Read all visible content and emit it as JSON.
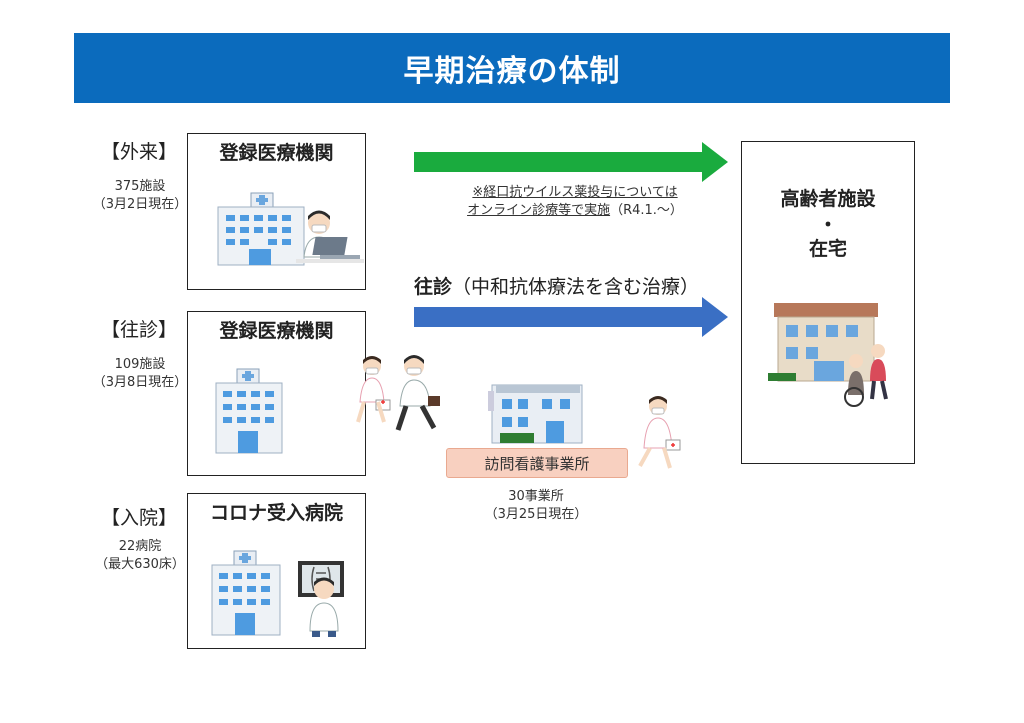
{
  "header": {
    "title": "早期治療の体制"
  },
  "rows": [
    {
      "category": "【外来】",
      "count_line1": "375施設",
      "count_line2": "（3月2日現在）",
      "box_title": "登録医療機関"
    },
    {
      "category": "【往診】",
      "count_line1": "109施設",
      "count_line2": "（3月8日現在）",
      "box_title": "登録医療機関"
    },
    {
      "category": "【入院】",
      "count_line1": "22病院",
      "count_line2": "（最大630床）",
      "box_title": "コロナ受入病院"
    }
  ],
  "arrows": {
    "green_note_line1": "※経口抗ウイルス薬投与については",
    "green_note_line2_underlined": "オンライン診療等で実施",
    "green_note_line2_suffix": "（R4.1.～）",
    "blue_label_bold": "往診",
    "blue_label_rest": "（中和抗体療法を含む治療）",
    "green_color": "#1aab3e",
    "blue_color": "#3a6fc4"
  },
  "station": {
    "label": "訪問看護事業所",
    "count_line1": "30事業所",
    "count_line2": "（3月25日現在）"
  },
  "destination": {
    "line1": "高齢者施設",
    "line2": "・",
    "line3": "在宅"
  },
  "icons": [
    "hospital-icon",
    "doctor-laptop-icon",
    "nurse-icon",
    "doctor-walking-icon",
    "facility-building-icon",
    "xray-doctor-icon",
    "caregiver-wheelchair-icon"
  ]
}
